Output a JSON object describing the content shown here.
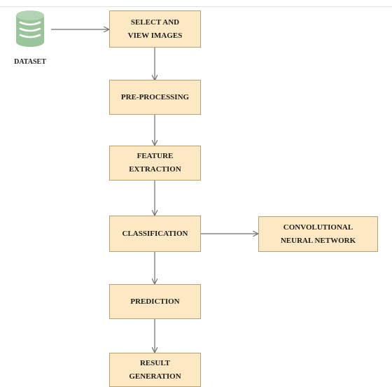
{
  "diagram": {
    "nodes": {
      "dataset": {
        "label": "DATASET",
        "icon": "database-icon",
        "color": "#9ac49a"
      },
      "select": {
        "label": "SELECT AND\nVIEW IMAGES"
      },
      "preprocess": {
        "label": "PRE-PROCESSING"
      },
      "feature": {
        "label": "FEATURE\nEXTRACTION"
      },
      "classification": {
        "label": "CLASSIFICATION"
      },
      "cnn": {
        "label": "CONVOLUTIONAL\nNEURAL NETWORK"
      },
      "prediction": {
        "label": "PREDICTION"
      },
      "result": {
        "label": "RESULT\nGENERATION"
      }
    },
    "edges": [
      {
        "from": "dataset",
        "to": "select"
      },
      {
        "from": "select",
        "to": "preprocess"
      },
      {
        "from": "preprocess",
        "to": "feature"
      },
      {
        "from": "feature",
        "to": "classification"
      },
      {
        "from": "classification",
        "to": "cnn"
      },
      {
        "from": "classification",
        "to": "prediction"
      },
      {
        "from": "prediction",
        "to": "result"
      }
    ],
    "colors": {
      "box_fill": "#fce9c4",
      "box_border": "#b8a274",
      "arrow": "#6f6f6f"
    }
  }
}
